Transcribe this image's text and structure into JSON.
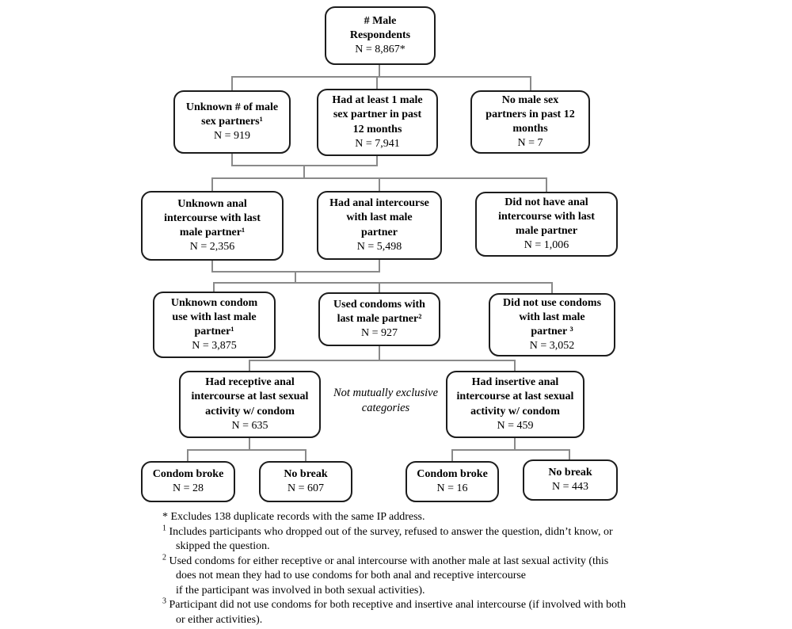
{
  "colors": {
    "background": "#ffffff",
    "box_border": "#1c1c1c",
    "connector": "#8a8a8a",
    "text": "#000000"
  },
  "flowchart": {
    "nodes": {
      "root": {
        "label": "# Male\nRespondents",
        "n": "N = 8,867*"
      },
      "unknown_partners": {
        "label": "Unknown # of male\nsex partners¹",
        "n": "N = 919"
      },
      "had_partner": {
        "label": "Had at least 1 male\nsex partner in past\n12 months",
        "n": "N = 7,941"
      },
      "no_partners": {
        "label": "No male sex\npartners in past 12\nmonths",
        "n": "N = 7"
      },
      "unknown_anal": {
        "label": "Unknown anal\nintercourse with last\nmale partner¹",
        "n": "N = 2,356"
      },
      "had_anal": {
        "label": "Had anal intercourse\nwith last male\npartner",
        "n": "N = 5,498"
      },
      "no_anal": {
        "label": "Did not have anal\nintercourse with last\nmale partner",
        "n": "N = 1,006"
      },
      "unknown_condom": {
        "label": "Unknown condom\nuse with last male\npartner¹",
        "n": "N = 3,875"
      },
      "used_condoms": {
        "label": "Used condoms with\nlast male partner²",
        "n": "N = 927"
      },
      "no_condoms": {
        "label": "Did not use condoms\nwith last male\npartner ³",
        "n": "N = 3,052"
      },
      "receptive": {
        "label": "Had receptive anal\nintercourse at last sexual\nactivity w/ condom",
        "n": "N = 635"
      },
      "insertive": {
        "label": "Had insertive anal\nintercourse at last sexual\nactivity w/ condom",
        "n": "N = 459"
      },
      "receptive_broke": {
        "label": "Condom broke",
        "n": "N = 28"
      },
      "receptive_no_break": {
        "label": "No break",
        "n": "N = 607"
      },
      "insertive_broke": {
        "label": "Condom broke",
        "n": "N = 16"
      },
      "insertive_no_break": {
        "label": "No break",
        "n": "N = 443"
      }
    },
    "note": "Not mutually exclusive\ncategories",
    "footnotes": [
      {
        "marker": "*",
        "text": "Excludes 138 duplicate records with the same IP address."
      },
      {
        "marker": "1",
        "text": "Includes participants who dropped out of the survey, refused to answer the question, didn’t know, or\nskipped the question."
      },
      {
        "marker": "2",
        "text": "Used condoms for either receptive or anal intercourse with another male at last sexual activity (this\ndoes not mean they had to use  condoms for both anal and receptive intercourse\nif the participant was  involved in both sexual activities)."
      },
      {
        "marker": "3",
        "text": "Participant did not use condoms for both receptive and insertive anal intercourse (if involved with both\nor either activities)."
      }
    ]
  }
}
